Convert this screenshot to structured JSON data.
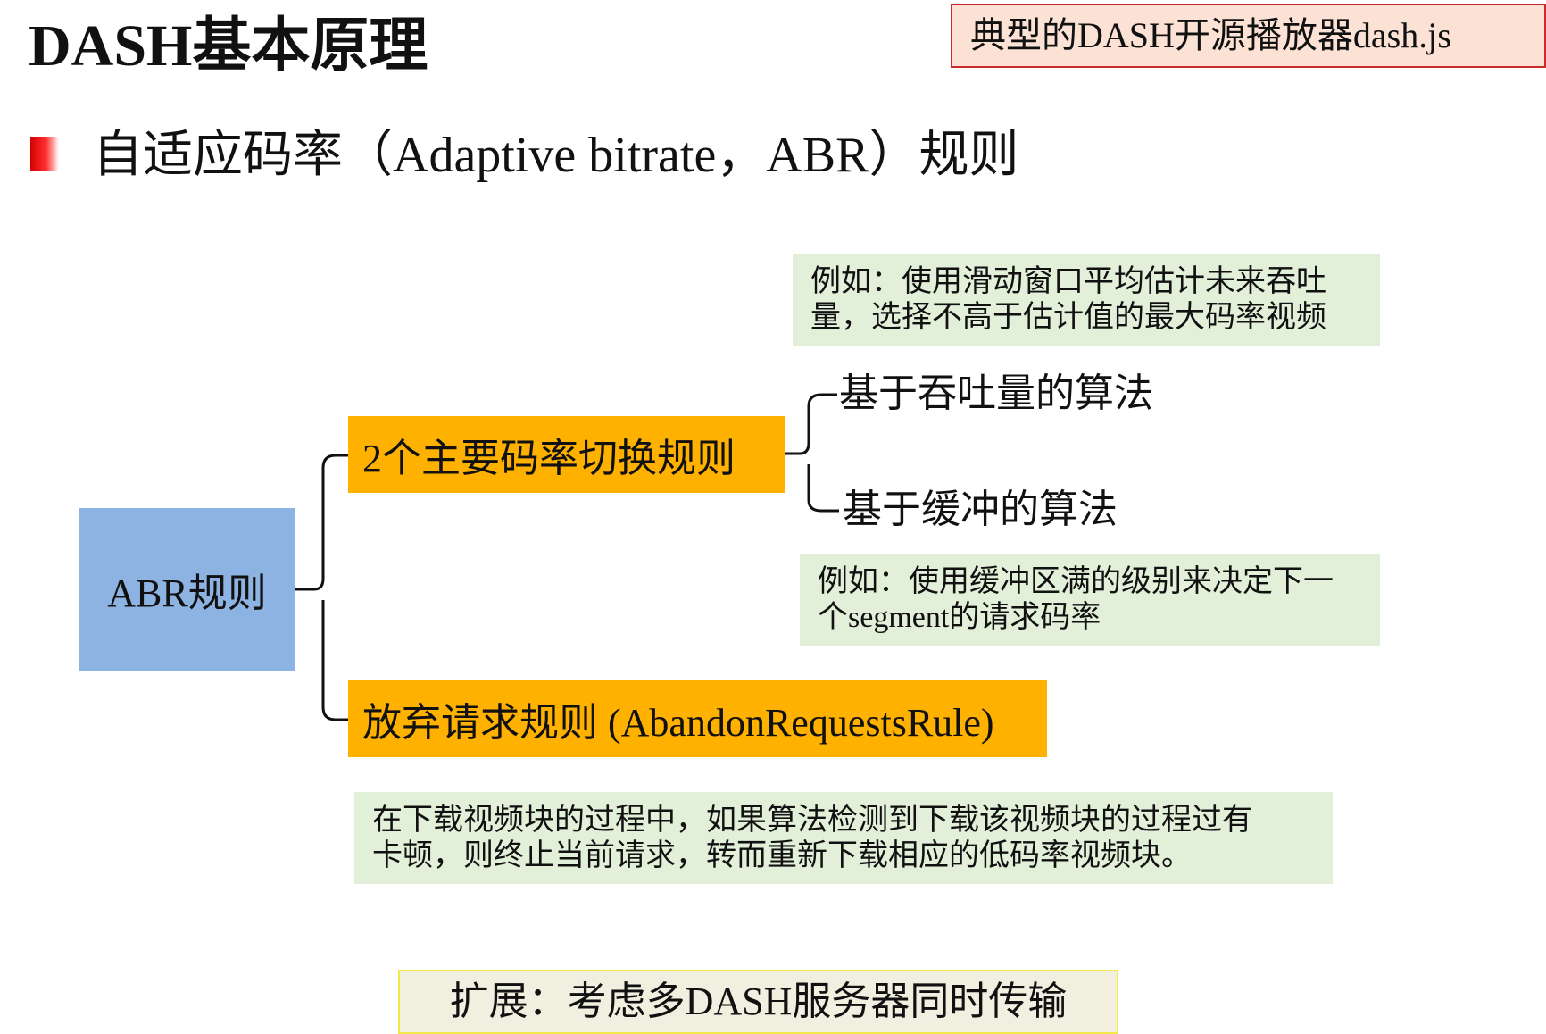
{
  "title": "DASH基本原理",
  "top_note": "典型的DASH开源播放器dash.js",
  "subtitle": "自适应码率（Adaptive bitrate，ABR）规则",
  "diagram": {
    "root": "ABR规则",
    "rules_node": "2个主要码率切换规则",
    "throughput_algo": "基于吞吐量的算法",
    "buffer_algo": "基于缓冲的算法",
    "abandon_node": "放弃请求规则 (AbandonRequestsRule)"
  },
  "notes": {
    "throughput": [
      "例如：使用滑动窗口平均估计未来吞吐",
      "量，选择不高于估计值的最大码率视频"
    ],
    "buffer": [
      "例如：使用缓冲区满的级别来决定下一",
      "个segment的请求码率"
    ],
    "abandon": [
      "在下载视频块的过程中，如果算法检测到下载该视频块的过程过有",
      "卡顿，则终止当前请求，转而重新下载相应的低码率视频块。"
    ]
  },
  "bottom_note": "扩展：考虑多DASH服务器同时传输",
  "colors": {
    "root_fill": "#8db3e2",
    "branch_fill": "#ffb100",
    "note_fill": "#e2efd9",
    "top_note_fill": "#fbe2d5",
    "top_note_border": "#cc2b2b",
    "bottom_note_fill": "#f1efe0",
    "bottom_note_border": "#f3e94a",
    "bullet": "#d40000"
  }
}
